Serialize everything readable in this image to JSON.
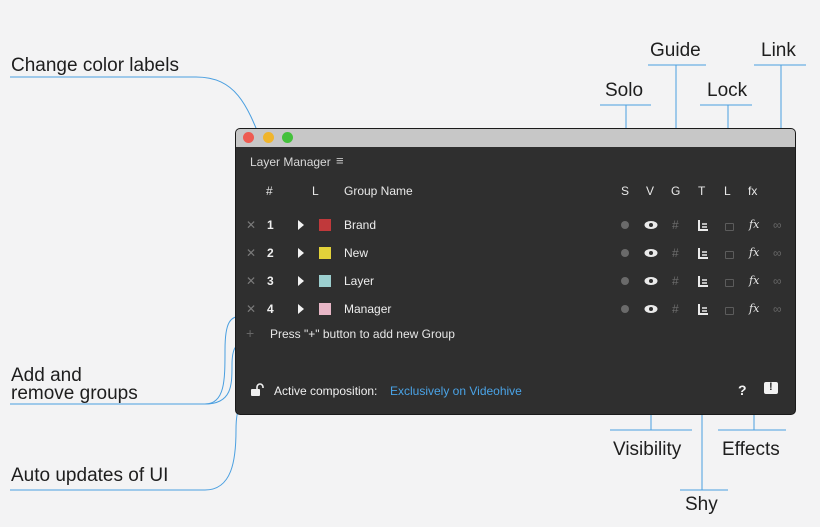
{
  "callouts": {
    "change_color": "Change color labels",
    "add_remove_1": "Add and",
    "add_remove_2": "remove groups",
    "auto_updates": "Auto updates of UI",
    "solo": "Solo",
    "guide": "Guide",
    "lock": "Lock",
    "link": "Link",
    "visibility": "Visibility",
    "effects": "Effects",
    "shy": "Shy"
  },
  "panel": {
    "title": "Layer Manager",
    "menu_glyph": "≡",
    "headers": {
      "num": "#",
      "label": "L",
      "name": "Group Name",
      "s": "S",
      "v": "V",
      "g": "G",
      "t": "T",
      "l": "L",
      "fx": "fx"
    },
    "groups": [
      {
        "x": "✕",
        "num": "1",
        "name": "Brand",
        "color": "#c0393b"
      },
      {
        "x": "✕",
        "num": "2",
        "name": "New",
        "color": "#e2d23a"
      },
      {
        "x": "✕",
        "num": "3",
        "name": "Layer",
        "color": "#9ccfcf"
      },
      {
        "x": "✕",
        "num": "4",
        "name": "Manager",
        "color": "#e7b6c6"
      }
    ],
    "add_hint": "Press \"+\" button to add new Group",
    "add_glyph": "+",
    "fx_glyph": "fx",
    "grid_glyph": "#",
    "link_glyph": "∞",
    "footer": {
      "label": "Active composition:",
      "comp": "Exclusively on Videohive",
      "help": "?",
      "feedback": "!"
    }
  },
  "colors": {
    "accent": "#4aa3e6",
    "callout_line": "#4a9fe0",
    "panel_bg": "#2f2f2f"
  }
}
